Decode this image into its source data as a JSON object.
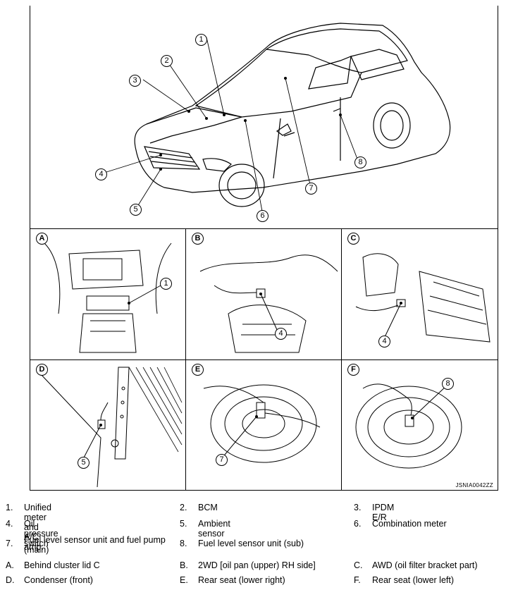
{
  "main_callouts": [
    "1",
    "2",
    "3",
    "4",
    "5",
    "6",
    "7",
    "8"
  ],
  "panels": [
    {
      "tag": "A",
      "callouts": [
        "1"
      ]
    },
    {
      "tag": "B",
      "callouts": [
        "4"
      ]
    },
    {
      "tag": "C",
      "callouts": [
        "4"
      ]
    },
    {
      "tag": "D",
      "callouts": [
        "5"
      ]
    },
    {
      "tag": "E",
      "callouts": [
        "7"
      ]
    },
    {
      "tag": "F",
      "callouts": [
        "8"
      ]
    }
  ],
  "figure_ref": "JSNIA0042ZZ",
  "legend": [
    {
      "num": "1.",
      "text": "Unified meter and A/C amp."
    },
    {
      "num": "2.",
      "text": "BCM"
    },
    {
      "num": "3.",
      "text": "IPDM E/R"
    },
    {
      "num": "4.",
      "text": "Oil pressure switch"
    },
    {
      "num": "5.",
      "text": "Ambient sensor"
    },
    {
      "num": "6.",
      "text": "Combination meter"
    },
    {
      "num": "7.",
      "text": "Fuel level sensor unit and fuel pump (main)"
    },
    {
      "num": "8.",
      "text": "Fuel level sensor unit (sub)"
    },
    {
      "num": "A.",
      "text": "Behind cluster lid C"
    },
    {
      "num": "B.",
      "text": "2WD [oil pan (upper) RH side]"
    },
    {
      "num": "C.",
      "text": "AWD (oil filter bracket part)"
    },
    {
      "num": "D.",
      "text": "Condenser (front)"
    },
    {
      "num": "E.",
      "text": "Rear seat (lower right)"
    },
    {
      "num": "F.",
      "text": "Rear seat (lower left)"
    }
  ]
}
